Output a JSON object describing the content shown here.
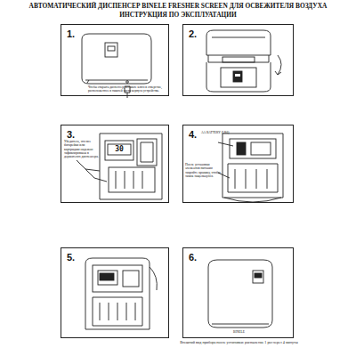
{
  "diagram": {
    "title": "АВТОМАТИЧЕСКИЙ ДИСПЕНСЕР BINELE FRESHER SCREEN ДЛЯ ОСВЕЖИТЕЛЯ ВОЗДУХА",
    "nodes": [
      {
        "text": [
          "1.",
          "Чтобы открыть диспенсер, вставьте ключ в отверстие, расположенное в нижней части корпуса устройства."
        ]
      },
      {
        "text": [
          "2."
        ]
      },
      {
        "text": [
          "3.",
          "Убедитесь, что все батарейки или картриджи надежно зафиксированы в держателях диспенсера."
        ]
      },
      {
        "text": [
          "4.",
          "AA BATTERY (LR6)",
          "После установки элементов питания закройте крышку, чтобы замок защелкнулся."
        ]
      },
      {
        "text": [
          "5."
        ]
      },
      {
        "text": [
          "6.",
          "BINELE",
          "Внешний вид прибора после установки: распыление 1 раз через 4 минуты"
        ]
      }
    ],
    "labels": [
      "ИНСТРУКЦИЯ ПО ЭКСПЛУАТАЦИИ",
      "30"
    ]
  }
}
